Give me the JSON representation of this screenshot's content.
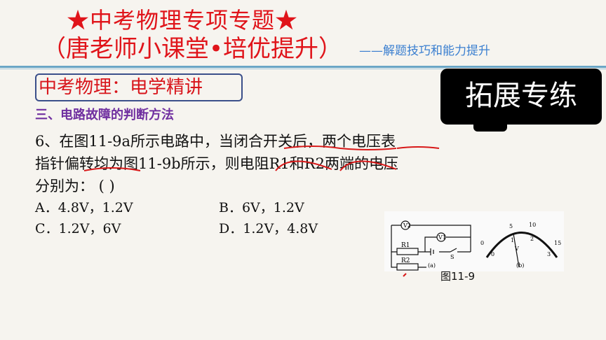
{
  "header": {
    "title": "★中考物理专项专题★",
    "subtitle": "（唐老师小课堂•培优提升）",
    "tagline": "——解题技巧和能力提升"
  },
  "topic_box": "中考物理：电学精讲",
  "section": "三、电路故障的判断方法",
  "badge": "拓展专练",
  "question": {
    "line1": "6、在图11-9a所示电路中，当闭合开关后，两个电压表",
    "line2": "指针偏转均为图11-9b所示，则电阻R1和R2两端的电压",
    "line3": "分别为：      (    )",
    "options": [
      "A．4.8V，1.2V",
      "B．6V，1.2V",
      "C．1.2V，6V",
      "D．1.2V，4.8V"
    ]
  },
  "figure": {
    "caption": "图11-9",
    "label_a": "(a)",
    "label_b": "(b)",
    "v1": "V1",
    "v2": "V2",
    "r1": "R1",
    "r2": "R2",
    "switch": "S",
    "meter_unit": "V",
    "scale_top": [
      "0",
      "5",
      "10",
      "15"
    ],
    "scale_bottom": [
      "0",
      "1",
      "2",
      "3"
    ]
  },
  "colors": {
    "title": "#e0141a",
    "tagline": "#3b7fd0",
    "section": "#7030a0",
    "underline": "#d81818"
  }
}
